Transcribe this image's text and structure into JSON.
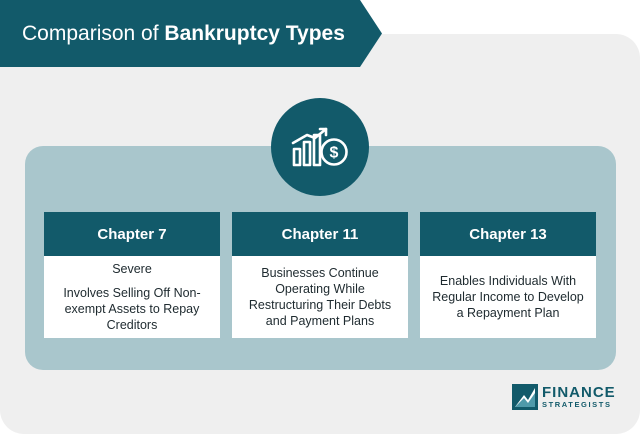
{
  "header": {
    "title_prefix": "Comparison of ",
    "title_bold": "Bankruptcy Types"
  },
  "hub": {
    "icon": "bar-chart-coin-icon"
  },
  "chapters": [
    {
      "title": "Chapter 7",
      "lines": [
        "Severe",
        "Involves Selling Off Non-exempt Assets to Repay Creditors"
      ]
    },
    {
      "title": "Chapter 11",
      "lines": [
        "Businesses Continue Operating While Restructuring Their Debts and Payment Plans"
      ]
    },
    {
      "title": "Chapter 13",
      "lines": [
        "Enables Individuals With Regular Income to Develop a Repayment Plan"
      ]
    }
  ],
  "logo": {
    "main": "FINANCE",
    "sub": "STRATEGISTS"
  },
  "colors": {
    "primary": "#125a6a",
    "panel": "#a9c6cc",
    "background": "#efefef"
  }
}
